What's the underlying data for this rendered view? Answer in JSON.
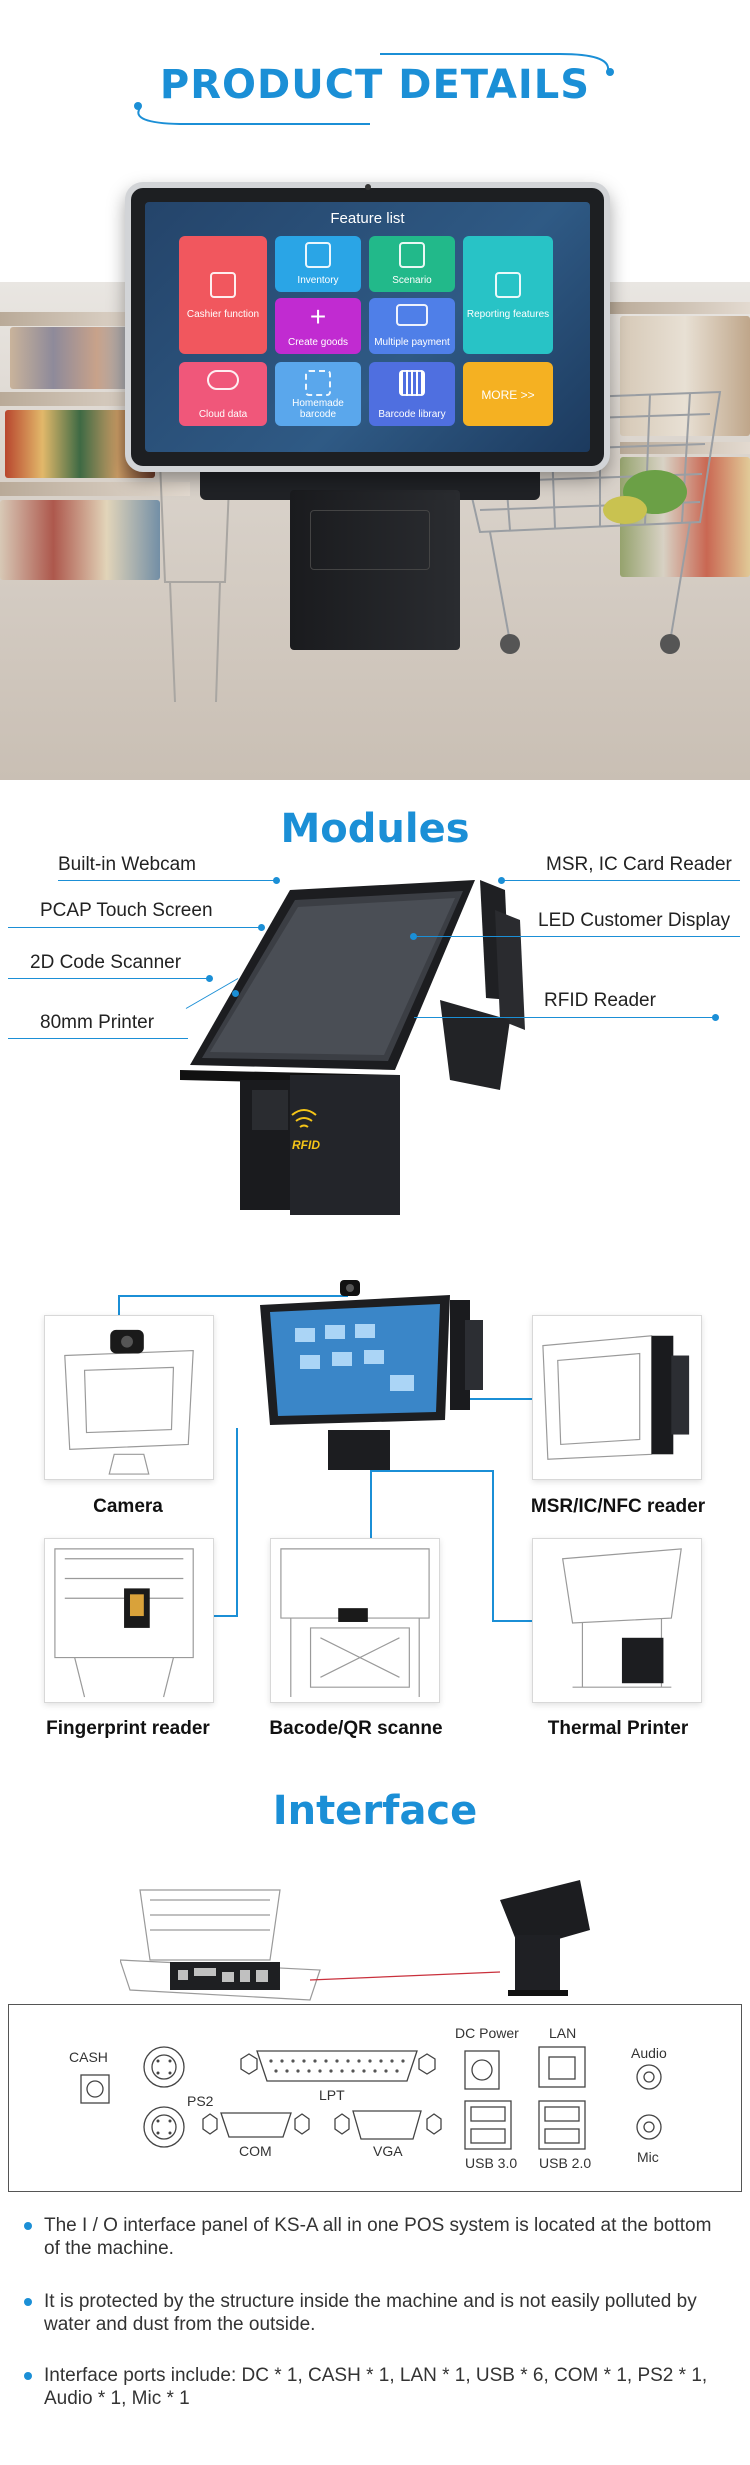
{
  "product_details": {
    "title": "PRODUCT DETAILS",
    "screen_title": "Feature list",
    "tiles": [
      {
        "label": "Cashier function",
        "color": "#f1575e"
      },
      {
        "label": "Inventory",
        "color": "#2aa5e6"
      },
      {
        "label": "Scenario",
        "color": "#22b98a"
      },
      {
        "label": "Reporting features",
        "color": "#28c3c6"
      },
      {
        "label": "Create goods",
        "color": "#c12bd1"
      },
      {
        "label": "Multiple payment",
        "color": "#4f7fe8"
      },
      {
        "label": "Cloud data",
        "color": "#f0577a"
      },
      {
        "label": "Homemade barcode",
        "color": "#5aa7ec"
      },
      {
        "label": "Barcode library",
        "color": "#4f6fe0"
      },
      {
        "label": "MORE >>",
        "color": "#f5b122"
      }
    ]
  },
  "modules": {
    "title": "Modules",
    "left": [
      "Built-in Webcam",
      "PCAP Touch Screen",
      "2D Code Scanner",
      "80mm Printer"
    ],
    "right": [
      "MSR, IC Card Reader",
      "LED Customer Display",
      "RFID Reader"
    ],
    "rfid_text": "RFID"
  },
  "options": {
    "captions": [
      "Camera",
      "MSR/IC/NFC reader",
      "Fingerprint reader",
      "Bacode/QR scanne",
      "Thermal Printer"
    ]
  },
  "interface": {
    "title": "Interface",
    "ports": {
      "cash": "CASH",
      "ps2": "PS2",
      "lpt": "LPT",
      "com": "COM",
      "vga": "VGA",
      "dc_power": "DC Power",
      "lan": "LAN",
      "usb3": "USB 3.0",
      "usb2": "USB 2.0",
      "audio": "Audio",
      "mic": "Mic"
    },
    "bullets": [
      "The I / O interface panel of KS-A all in one POS system is located at the bottom of the machine.",
      "It is protected by the structure inside the machine and is not easily polluted by water and dust from the outside.",
      "Interface ports include: DC * 1, CASH * 1, LAN * 1, USB * 6, COM * 1, PS2 * 1, Audio * 1, Mic * 1"
    ]
  },
  "colors": {
    "accent": "#1b8fd6"
  }
}
